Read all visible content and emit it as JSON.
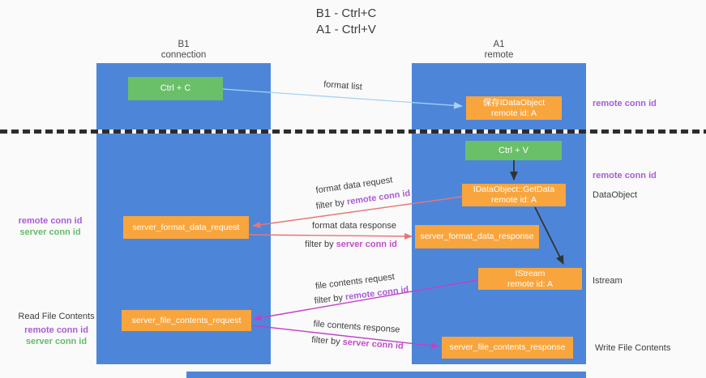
{
  "title": {
    "line1": "B1 - Ctrl+C",
    "line2": "A1 - Ctrl+V"
  },
  "columns": {
    "left": {
      "name": "B1",
      "role": "connection"
    },
    "right": {
      "name": "A1",
      "role": "remote"
    }
  },
  "nodes": {
    "ctrl_c": {
      "label": "Ctrl + C"
    },
    "save_dataobject": {
      "line1": "保存IDataObject",
      "line2": "remote id: A"
    },
    "ctrl_v": {
      "label": "Ctrl + V"
    },
    "getdata": {
      "line1": "IDataObject::GetData",
      "line2": "remote id: A"
    },
    "format_request": {
      "label": "server_format_data_request"
    },
    "format_response": {
      "label": "server_format_data_response"
    },
    "istream": {
      "line1": "IStream",
      "line2": "remote id: A"
    },
    "file_request": {
      "label": "server_file_contents_request"
    },
    "file_response": {
      "label": "server_file_contents_response"
    }
  },
  "arrows": {
    "format_list": {
      "label": "format list"
    },
    "format_data_request": {
      "label": "format data request",
      "filter_prefix": "filter by ",
      "filter_key": "remote conn id"
    },
    "format_data_response": {
      "label": "format data response",
      "filter_prefix": "filter by ",
      "filter_key": "server conn id"
    },
    "file_contents_request": {
      "label": "file contents request",
      "filter_prefix": "filter by ",
      "filter_key": "remote conn id"
    },
    "file_contents_response": {
      "label": "file contents response",
      "filter_prefix": "filter by ",
      "filter_key": "server conn id"
    }
  },
  "annotations": {
    "right_top_remote_conn_id": "remote conn id",
    "right_mid_remote_conn_id": "remote conn id",
    "dataobject": "DataObject",
    "istream": "Istream",
    "write_file_contents": "Write File Contents",
    "left_remote_conn_id": "remote conn id",
    "left_server_conn_id": "server conn id",
    "read_file_contents": "Read File Contents",
    "bottom_remote_conn_id": "remote conn id",
    "bottom_server_conn_id": "server conn id"
  },
  "colors": {
    "panel_blue": "#4d86d8",
    "box_green": "#6abf69",
    "box_orange": "#f9a53d",
    "arrow_light_blue": "#a6d2f2",
    "arrow_salmon": "#e97575",
    "arrow_magenta": "#c23fc8",
    "arrow_black": "#333333",
    "label_purple": "#a95cd6",
    "label_magenta": "#c24ccc",
    "label_green": "#66bb6a",
    "text_dark": "#3d3d3d"
  }
}
